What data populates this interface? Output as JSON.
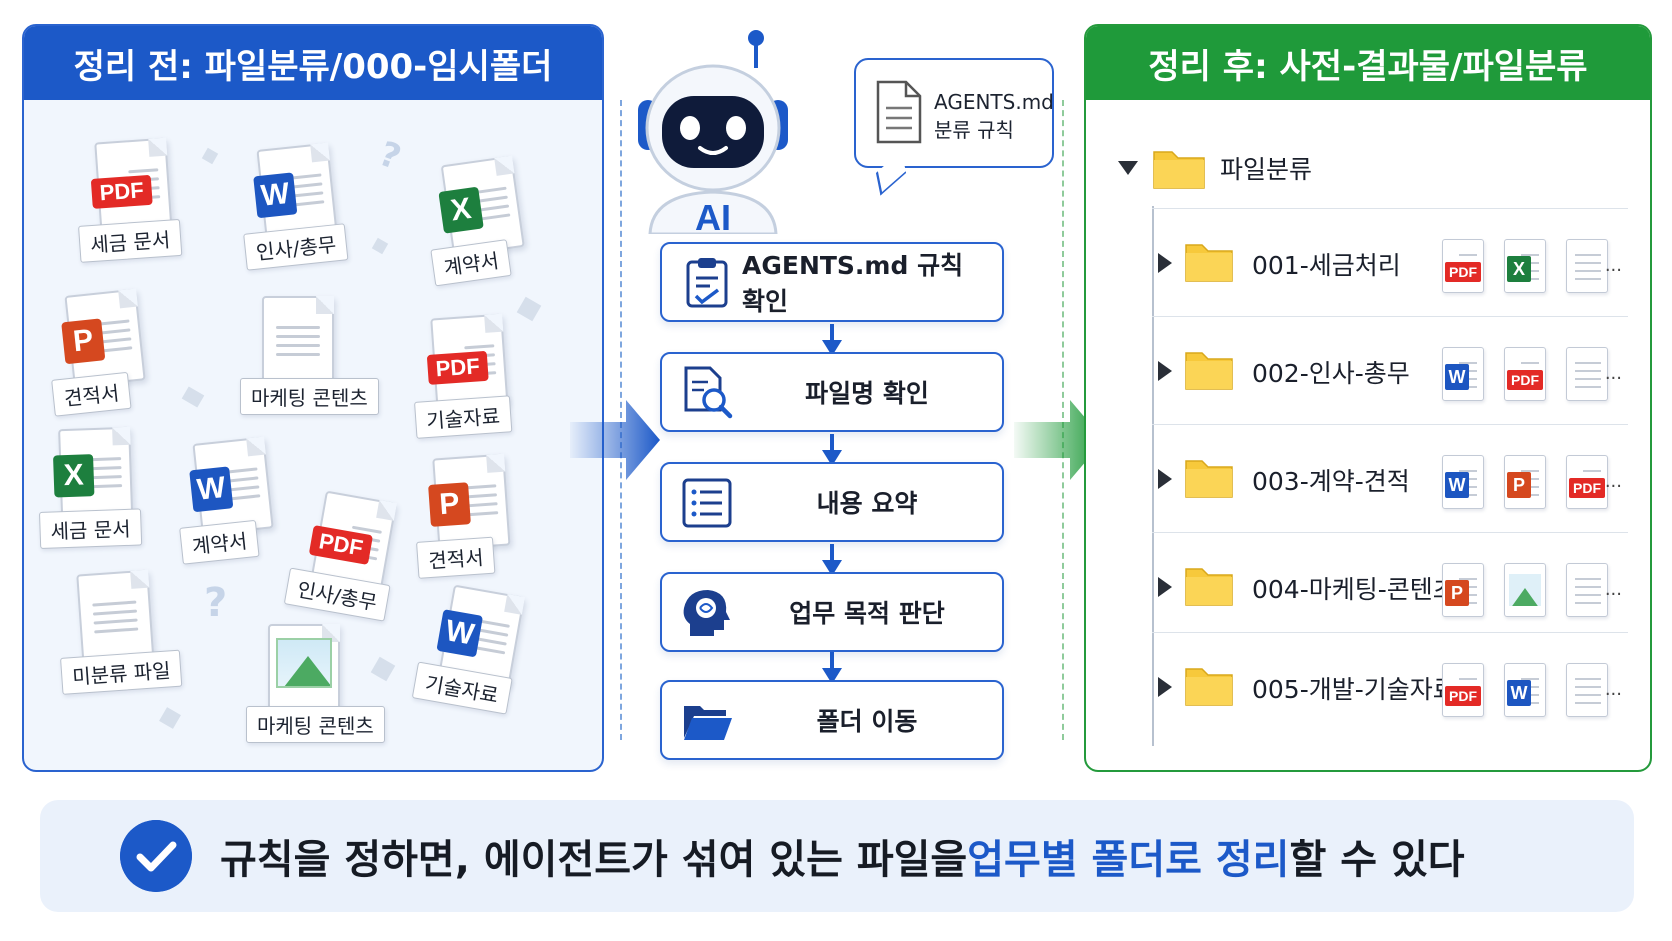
{
  "left": {
    "title": "정리 전: 파일분류/000-임시폴더",
    "files": [
      {
        "type": "pdf",
        "badge": "PDF",
        "label": "세금 문서"
      },
      {
        "type": "word",
        "badge": "W",
        "label": "인사/총무"
      },
      {
        "type": "excel",
        "badge": "X",
        "label": "계약서"
      },
      {
        "type": "ppt",
        "badge": "P",
        "label": "견적서"
      },
      {
        "type": "text",
        "badge": "",
        "label": "마케팅 콘텐츠"
      },
      {
        "type": "pdf",
        "badge": "PDF",
        "label": "기술자료"
      },
      {
        "type": "excel",
        "badge": "X",
        "label": "세금 문서"
      },
      {
        "type": "word",
        "badge": "W",
        "label": "계약서"
      },
      {
        "type": "pdf",
        "badge": "PDF",
        "label": "인사/총무"
      },
      {
        "type": "ppt",
        "badge": "P",
        "label": "견적서"
      },
      {
        "type": "text",
        "badge": "",
        "label": "미분류 파일"
      },
      {
        "type": "image",
        "badge": "",
        "label": "마케팅 콘텐츠"
      },
      {
        "type": "word",
        "badge": "W",
        "label": "기술자료"
      }
    ]
  },
  "middle": {
    "robot_label": "AI",
    "speech": {
      "line1": "AGENTS.md",
      "line2": "분류 규칙"
    },
    "steps": [
      {
        "label": "AGENTS.md 규칙 확인",
        "icon": "clipboard-check-icon"
      },
      {
        "label": "파일명 확인",
        "icon": "document-search-icon"
      },
      {
        "label": "내용 요약",
        "icon": "list-icon"
      },
      {
        "label": "업무 목적 판단",
        "icon": "brain-head-icon"
      },
      {
        "label": "폴더 이동",
        "icon": "folder-open-icon"
      }
    ]
  },
  "right": {
    "title": "정리 후: 사전-결과물/파일분류",
    "root": "파일분류",
    "folders": [
      {
        "name": "001-세금처리",
        "icons": [
          "pdf",
          "excel",
          "text"
        ],
        "more": "..."
      },
      {
        "name": "002-인사-총무",
        "icons": [
          "word",
          "pdf",
          "text"
        ],
        "more": "..."
      },
      {
        "name": "003-계약-견적",
        "icons": [
          "word",
          "ppt",
          "pdf"
        ],
        "more": "..."
      },
      {
        "name": "004-마케팅-콘텐츠",
        "icons": [
          "ppt",
          "image",
          "text"
        ],
        "more": "..."
      },
      {
        "name": "005-개발-기술자료",
        "icons": [
          "pdf",
          "word",
          "text"
        ],
        "more": "..."
      }
    ]
  },
  "banner": {
    "prefix": "규칙을 정하면, 에이전트가 섞여 있는 파일을 ",
    "highlight": "업무별 폴더로 정리",
    "suffix": "할 수 있다"
  },
  "colors": {
    "blue": "#1c59c8",
    "green": "#1f9a3a",
    "pdf": "#e32a26",
    "word": "#1d56c1",
    "excel": "#1d7f3e",
    "ppt": "#d5481f",
    "folder": "#f7c93b"
  }
}
